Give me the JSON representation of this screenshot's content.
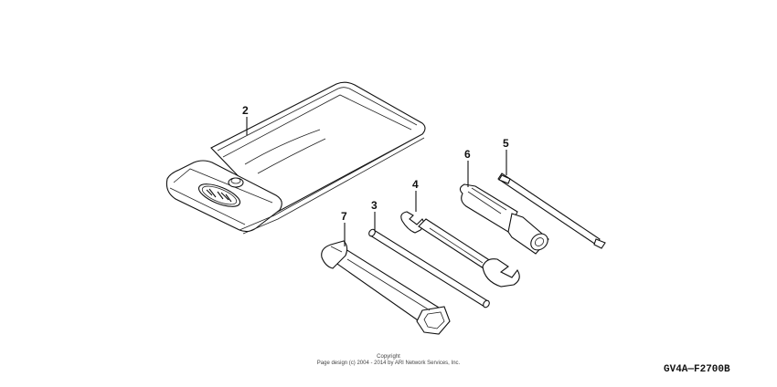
{
  "callouts": {
    "c2": "2",
    "c3": "3",
    "c4": "4",
    "c5": "5",
    "c6": "6",
    "c7": "7"
  },
  "copyright": {
    "line1": "Copyright",
    "line2": "Page design (c) 2004 - 2014 by ARI Network Services, Inc."
  },
  "figure_code": "GV4A—F2700B"
}
